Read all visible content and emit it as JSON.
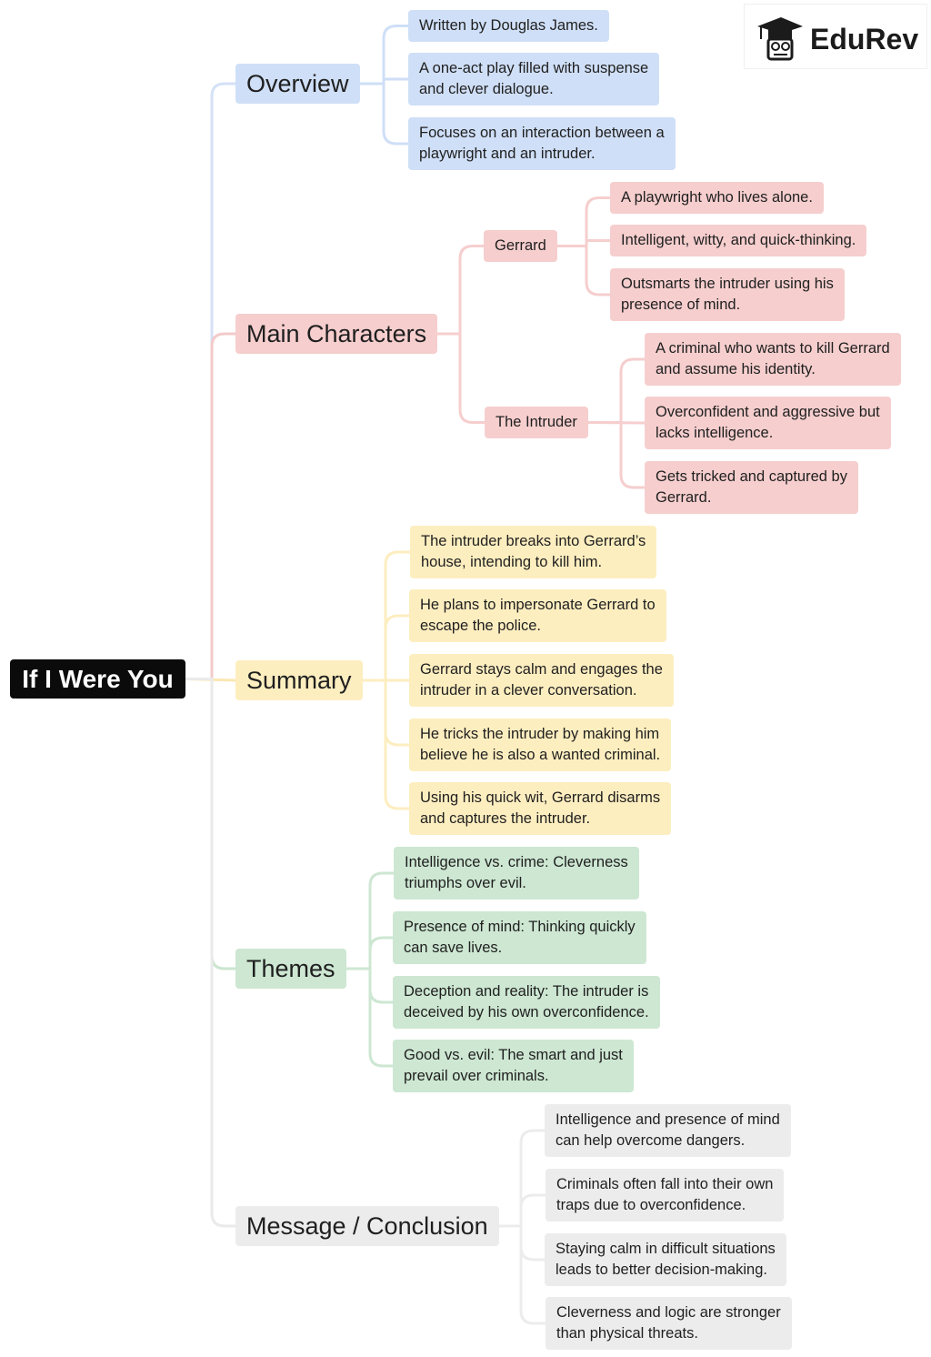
{
  "logo": {
    "text": "EduRev",
    "icon": "graduation-cap-icon"
  },
  "colors": {
    "root": "#0b0b0b",
    "overview": "#cfdff7",
    "characters": "#f6cece",
    "summary": "#fdeec0",
    "themes": "#cde7d2",
    "message": "#ececec"
  },
  "root": {
    "label": "If I Were You"
  },
  "overview": {
    "label": "Overview",
    "items": [
      "Written by Douglas James.",
      "A one-act play filled with suspense\nand clever dialogue.",
      "Focuses on an interaction between a\nplaywright and an intruder."
    ]
  },
  "characters": {
    "label": "Main Characters",
    "gerrard": {
      "label": "Gerrard",
      "items": [
        "A playwright who lives alone.",
        "Intelligent, witty, and quick-thinking.",
        "Outsmarts the intruder using his\npresence of mind."
      ]
    },
    "intruder": {
      "label": "The Intruder",
      "items": [
        "A criminal who wants to kill Gerrard\nand assume his identity.",
        "Overconfident and aggressive but\nlacks intelligence.",
        "Gets tricked and captured by\nGerrard."
      ]
    }
  },
  "summary": {
    "label": "Summary",
    "items": [
      "The intruder breaks into Gerrard’s\nhouse, intending to kill him.",
      "He plans to impersonate Gerrard to\nescape the police.",
      "Gerrard stays calm and engages the\nintruder in a clever conversation.",
      "He tricks the intruder by making him\nbelieve he is also a wanted criminal.",
      "Using his quick wit, Gerrard disarms\nand captures the intruder."
    ]
  },
  "themes": {
    "label": "Themes",
    "items": [
      "Intelligence vs. crime: Cleverness\ntriumphs over evil.",
      "Presence of mind: Thinking quickly\ncan save lives.",
      "Deception and reality: The intruder is\ndeceived by his own overconfidence.",
      "Good vs. evil: The smart and just\nprevail over criminals."
    ]
  },
  "message": {
    "label": "Message / Conclusion",
    "items": [
      "Intelligence and presence of mind\ncan help overcome dangers.",
      "Criminals often fall into their own\ntraps due to overconfidence.",
      "Staying calm in difficult situations\nleads to better decision-making.",
      "Cleverness and logic are stronger\nthan physical threats."
    ]
  }
}
